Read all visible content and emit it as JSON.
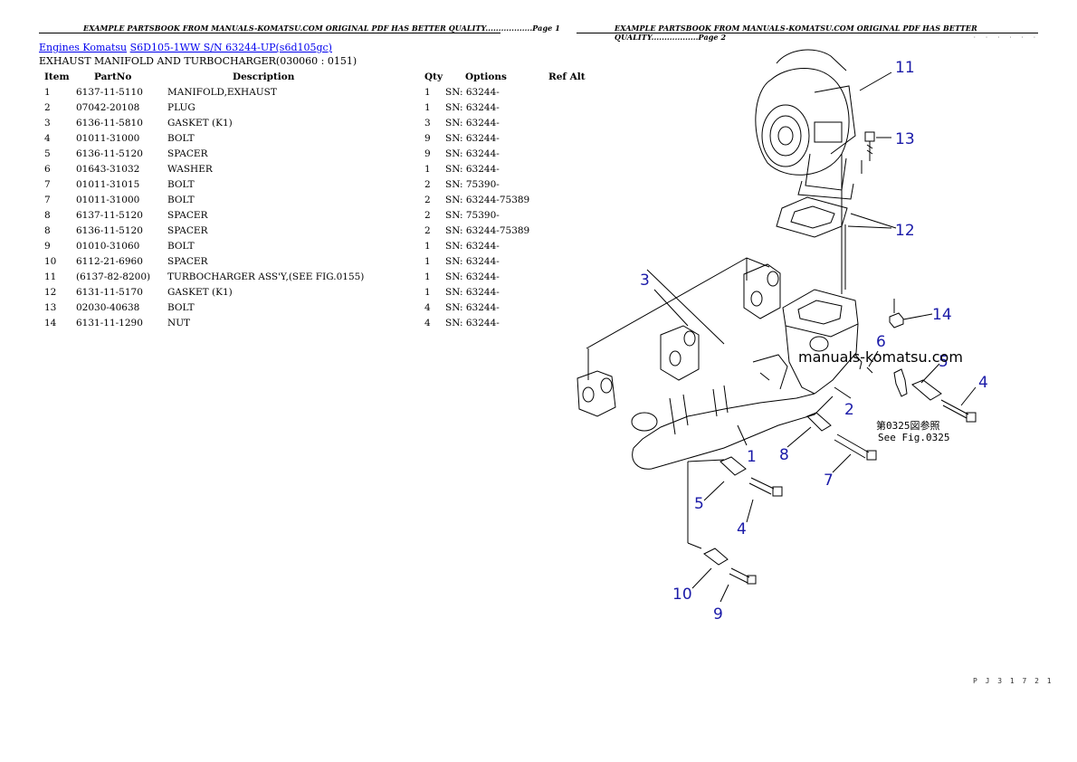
{
  "header": {
    "left": "EXAMPLE PARTSBOOK FROM MANUALS-KOMATSU.COM ORIGINAL PDF HAS BETTER QUALITY..................Page 1",
    "right": "EXAMPLE PARTSBOOK FROM MANUALS-KOMATSU.COM ORIGINAL PDF HAS BETTER QUALITY..................Page 2"
  },
  "breadcrumb": {
    "link1": "Engines Komatsu",
    "link2": "S6D105-1WW S/N 63244-UP(s6d105gc)"
  },
  "subtitle": "EXHAUST MANIFOLD AND TURBOCHARGER(030060 : 0151)",
  "table": {
    "headers": {
      "item": "Item",
      "partno": "PartNo",
      "description": "Description",
      "qty": "Qty",
      "options": "Options",
      "refalt": "Ref Alt"
    },
    "rows": [
      {
        "item": "1",
        "partno": "6137-11-5110",
        "description": "MANIFOLD,EXHAUST",
        "qty": "1",
        "options": "SN: 63244-"
      },
      {
        "item": "2",
        "partno": "07042-20108",
        "description": "PLUG",
        "qty": "1",
        "options": "SN: 63244-"
      },
      {
        "item": "3",
        "partno": "6136-11-5810",
        "description": "GASKET (K1)",
        "qty": "3",
        "options": "SN: 63244-"
      },
      {
        "item": "4",
        "partno": "01011-31000",
        "description": "BOLT",
        "qty": "9",
        "options": "SN: 63244-"
      },
      {
        "item": "5",
        "partno": "6136-11-5120",
        "description": "SPACER",
        "qty": "9",
        "options": "SN: 63244-"
      },
      {
        "item": "6",
        "partno": "01643-31032",
        "description": "WASHER",
        "qty": "1",
        "options": "SN: 63244-"
      },
      {
        "item": "7",
        "partno": "01011-31015",
        "description": "BOLT",
        "qty": "2",
        "options": "SN: 75390-"
      },
      {
        "item": "7",
        "partno": "01011-31000",
        "description": "BOLT",
        "qty": "2",
        "options": "SN: 63244-75389"
      },
      {
        "item": "8",
        "partno": "6137-11-5120",
        "description": "SPACER",
        "qty": "2",
        "options": "SN: 75390-"
      },
      {
        "item": "8",
        "partno": "6136-11-5120",
        "description": "SPACER",
        "qty": "2",
        "options": "SN: 63244-75389"
      },
      {
        "item": "9",
        "partno": "01010-31060",
        "description": "BOLT",
        "qty": "1",
        "options": "SN: 63244-"
      },
      {
        "item": "10",
        "partno": "6112-21-6960",
        "description": "SPACER",
        "qty": "1",
        "options": "SN: 63244-"
      },
      {
        "item": "11",
        "partno": "(6137-82-8200)",
        "description": "TURBOCHARGER ASS'Y,(SEE FIG.0155)",
        "qty": "1",
        "options": "SN: 63244-"
      },
      {
        "item": "12",
        "partno": "6131-11-5170",
        "description": "GASKET (K1)",
        "qty": "1",
        "options": "SN: 63244-"
      },
      {
        "item": "13",
        "partno": "02030-40638",
        "description": "BOLT",
        "qty": "4",
        "options": "SN: 63244-"
      },
      {
        "item": "14",
        "partno": "6131-11-1290",
        "description": "NUT",
        "qty": "4",
        "options": "SN: 63244-"
      }
    ]
  },
  "diagram": {
    "watermark": "manuals-komatsu.com",
    "note_line1": "第0325図参照",
    "note_line2": "See Fig.0325",
    "callouts": [
      "11",
      "13",
      "12",
      "3",
      "14",
      "6",
      "5",
      "4",
      "2",
      "1",
      "8",
      "7",
      "5",
      "4",
      "10",
      "9"
    ],
    "callout_color": "#1a1aa8"
  },
  "footer_code": "P J 3 1 7 2 1",
  "top_code": "· · · · · ·"
}
